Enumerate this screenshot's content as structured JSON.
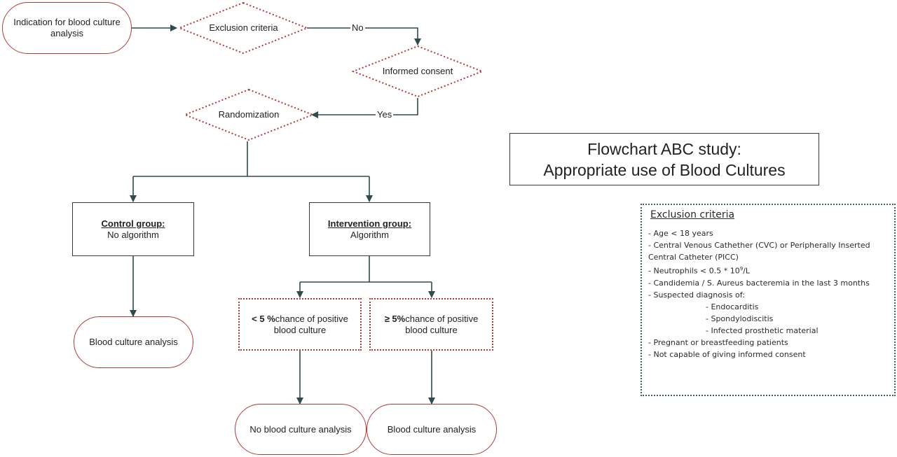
{
  "start": "Indication for blood culture analysis",
  "decisions": {
    "exclusion": "Exclusion criteria",
    "consent": "Informed consent",
    "randomization": "Randomization"
  },
  "edge_labels": {
    "no": "No",
    "yes": "Yes"
  },
  "control": {
    "title": "Control group:",
    "text": "No algorithm"
  },
  "intervention": {
    "title": "Intervention group:",
    "text": "Algorithm"
  },
  "low_chance": {
    "bold": "< 5 %",
    "rest1": "chance of positive",
    "rest2": "blood culture"
  },
  "high_chance": {
    "bold": "≥ 5%",
    "rest1": "chance of positive",
    "rest2": "blood culture"
  },
  "outcomes": {
    "control": "Blood culture analysis",
    "low": "No blood culture analysis",
    "high": "Blood culture analysis"
  },
  "title": {
    "line1": "Flowchart ABC study:",
    "line2": "Appropriate use of Blood Cultures"
  },
  "exclusion_box": {
    "heading": "Exclusion criteria",
    "age": "- Age < 18 years",
    "cvc1": "- Central Venous Cathether (CVC) or Peripherally Inserted",
    "cvc2": "Central Catheter (PICC)",
    "neutro_pre": "- Neutrophils < 0.5 * 10",
    "neutro_sup": "9",
    "neutro_post": "/L",
    "candidemia": "- Candidemia / S. Aureus bacteremia in the last 3 months",
    "suspected": "- Suspected diagnosis of:",
    "sub1": "- Endocarditis",
    "sub2": "- Spondylodiscitis",
    "sub3": "- Infected prosthetic material",
    "pregnant": "- Pregnant or breastfeeding patients",
    "consent": "- Not capable of giving informed consent"
  },
  "colors": {
    "accent": "#b03a3a",
    "line": "#2f4b4b"
  }
}
